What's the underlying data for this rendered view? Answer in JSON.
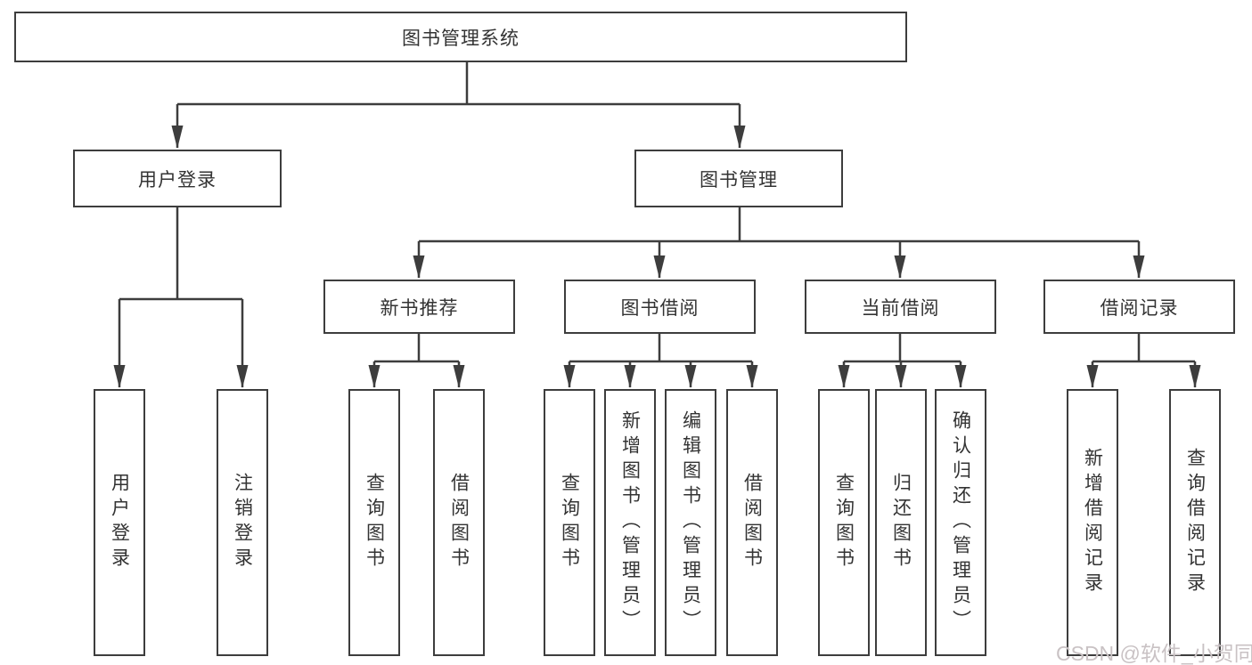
{
  "diagram": {
    "root": {
      "label": "图书管理系统"
    },
    "level2": {
      "user_login": {
        "label": "用户登录"
      },
      "book_management": {
        "label": "图书管理"
      }
    },
    "level3": {
      "new_book_recommend": {
        "label": "新书推荐"
      },
      "book_borrowing": {
        "label": "图书借阅"
      },
      "current_borrowing": {
        "label": "当前借阅"
      },
      "borrowing_records": {
        "label": "借阅记录"
      }
    },
    "leaves": {
      "user_login": [
        "用户登录",
        "注销登录"
      ],
      "new_book_recommend": [
        "查询图书",
        "借阅图书"
      ],
      "book_borrowing": [
        "查询图书",
        "新增图书（管理员）",
        "编辑图书（管理员）",
        "借阅图书"
      ],
      "current_borrowing": [
        "查询图书",
        "归还图书",
        "确认归还（管理员）"
      ],
      "borrowing_records": [
        "新增借阅记录",
        "查询借阅记录"
      ]
    }
  },
  "watermark": {
    "text": "CSDN @软件_小贺同学"
  },
  "colors": {
    "line": "#3d3d3d",
    "text": "#333333",
    "watermark": "#c9c2c4",
    "background": "#ffffff"
  }
}
